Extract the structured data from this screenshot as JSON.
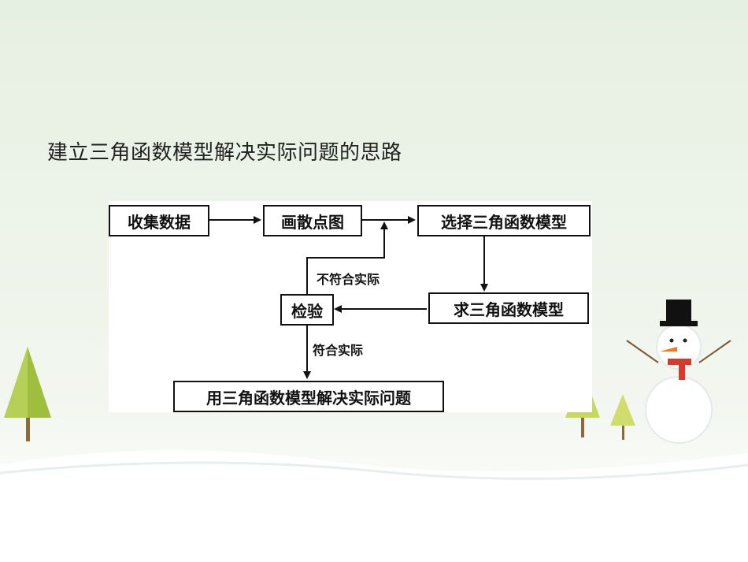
{
  "slide": {
    "title": "建立三角函数模型解决实际问题的思路"
  },
  "diagram": {
    "nodes": {
      "collect": "收集数据",
      "scatter": "画散点图",
      "choose": "选择三角函数模型",
      "solve": "求三角函数模型",
      "check": "检验",
      "apply": "用三角函数模型解决实际问题"
    },
    "edge_labels": {
      "not_fit": "不符合实际",
      "fit": "符合实际"
    }
  },
  "colors": {
    "background_top": "#e6f0e2",
    "box_border": "#111111",
    "text": "#222222"
  }
}
